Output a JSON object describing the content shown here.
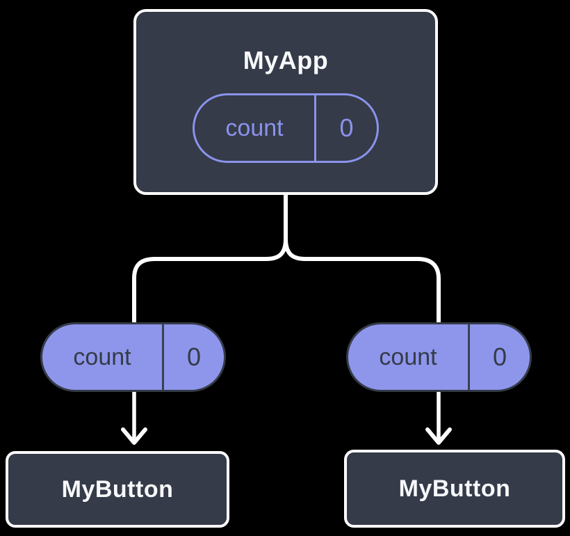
{
  "colors": {
    "background": "#000000",
    "node_fill": "#353B48",
    "node_border": "#FFFFFF",
    "accent_purple": "#8A93EC",
    "pill_fill": "#8E96EC",
    "pill_text_dark": "#353B48",
    "connector": "#FFFFFF",
    "title_text": "#F7F8FA"
  },
  "tree": {
    "root": {
      "title": "MyApp",
      "state": {
        "name": "count",
        "value": "0"
      }
    },
    "children": [
      {
        "title": "MyButton",
        "prop": {
          "name": "count",
          "value": "0"
        }
      },
      {
        "title": "MyButton",
        "prop": {
          "name": "count",
          "value": "0"
        }
      }
    ]
  }
}
